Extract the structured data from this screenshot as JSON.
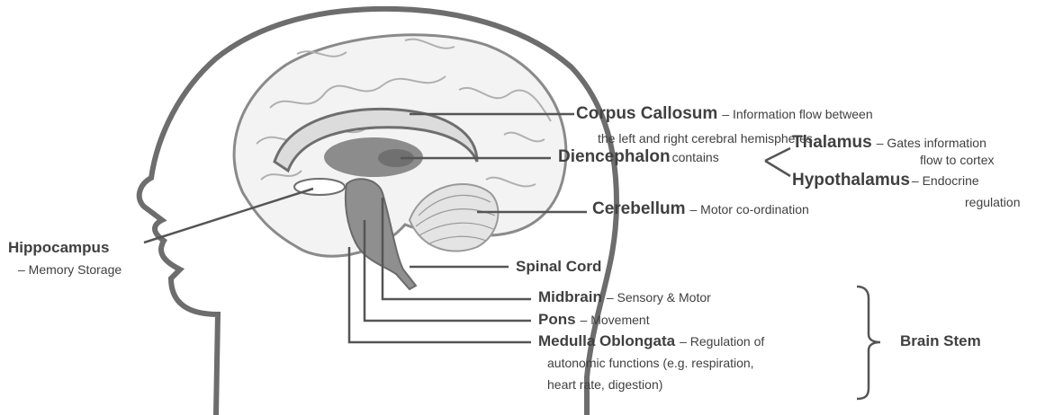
{
  "labels": {
    "corpus_callosum": {
      "name": "Corpus Callosum",
      "desc_1": "– Information flow between",
      "desc_2": "the left and right cerebral hemispheres"
    },
    "diencephalon": {
      "name": "Diencephalon",
      "connector": "contains"
    },
    "thalamus": {
      "name": "Thalamus",
      "desc_1": "– Gates information",
      "desc_2": "flow to cortex"
    },
    "hypothalamus": {
      "name": "Hypothalamus",
      "desc_1": "– Endocrine",
      "desc_2": "regulation"
    },
    "cerebellum": {
      "name": "Cerebellum",
      "desc": "– Motor co-ordination"
    },
    "hippocampus": {
      "name": "Hippocampus",
      "desc": "– Memory Storage"
    },
    "spinal_cord": {
      "name": "Spinal Cord"
    },
    "midbrain": {
      "name": "Midbrain",
      "desc": "– Sensory & Motor"
    },
    "pons": {
      "name": "Pons",
      "desc": "– Movement"
    },
    "medulla": {
      "name": "Medulla Oblongata",
      "desc_1": "– Regulation of",
      "desc_2": "autonomic functions (e.g. respiration,",
      "desc_3": "heart rate, digestion)"
    },
    "brain_stem": {
      "name": "Brain Stem"
    }
  }
}
